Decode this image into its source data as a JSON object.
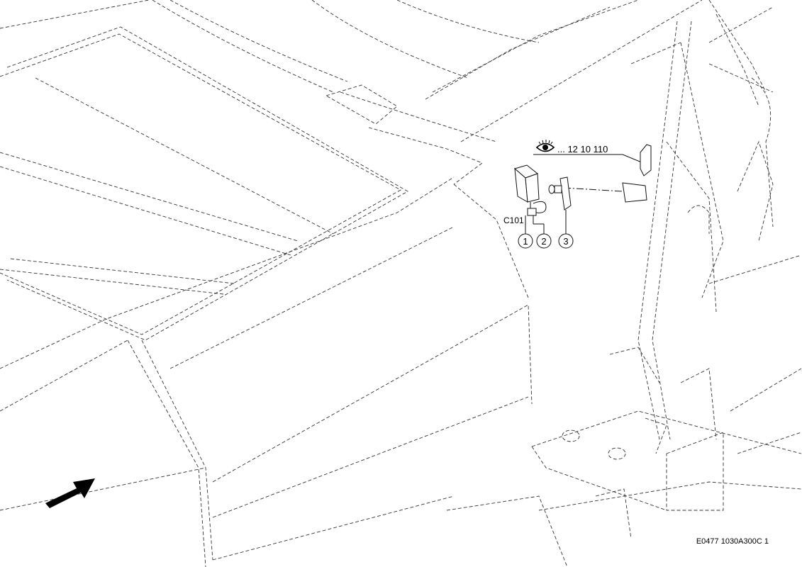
{
  "reference": "... 12 10 110",
  "connector_label": "C101",
  "callouts": [
    "1",
    "2",
    "3"
  ],
  "figure_code": "E0477 1030A300C 1",
  "icons": {
    "view_reference": "eye-icon",
    "direction": "arrow-icon"
  }
}
